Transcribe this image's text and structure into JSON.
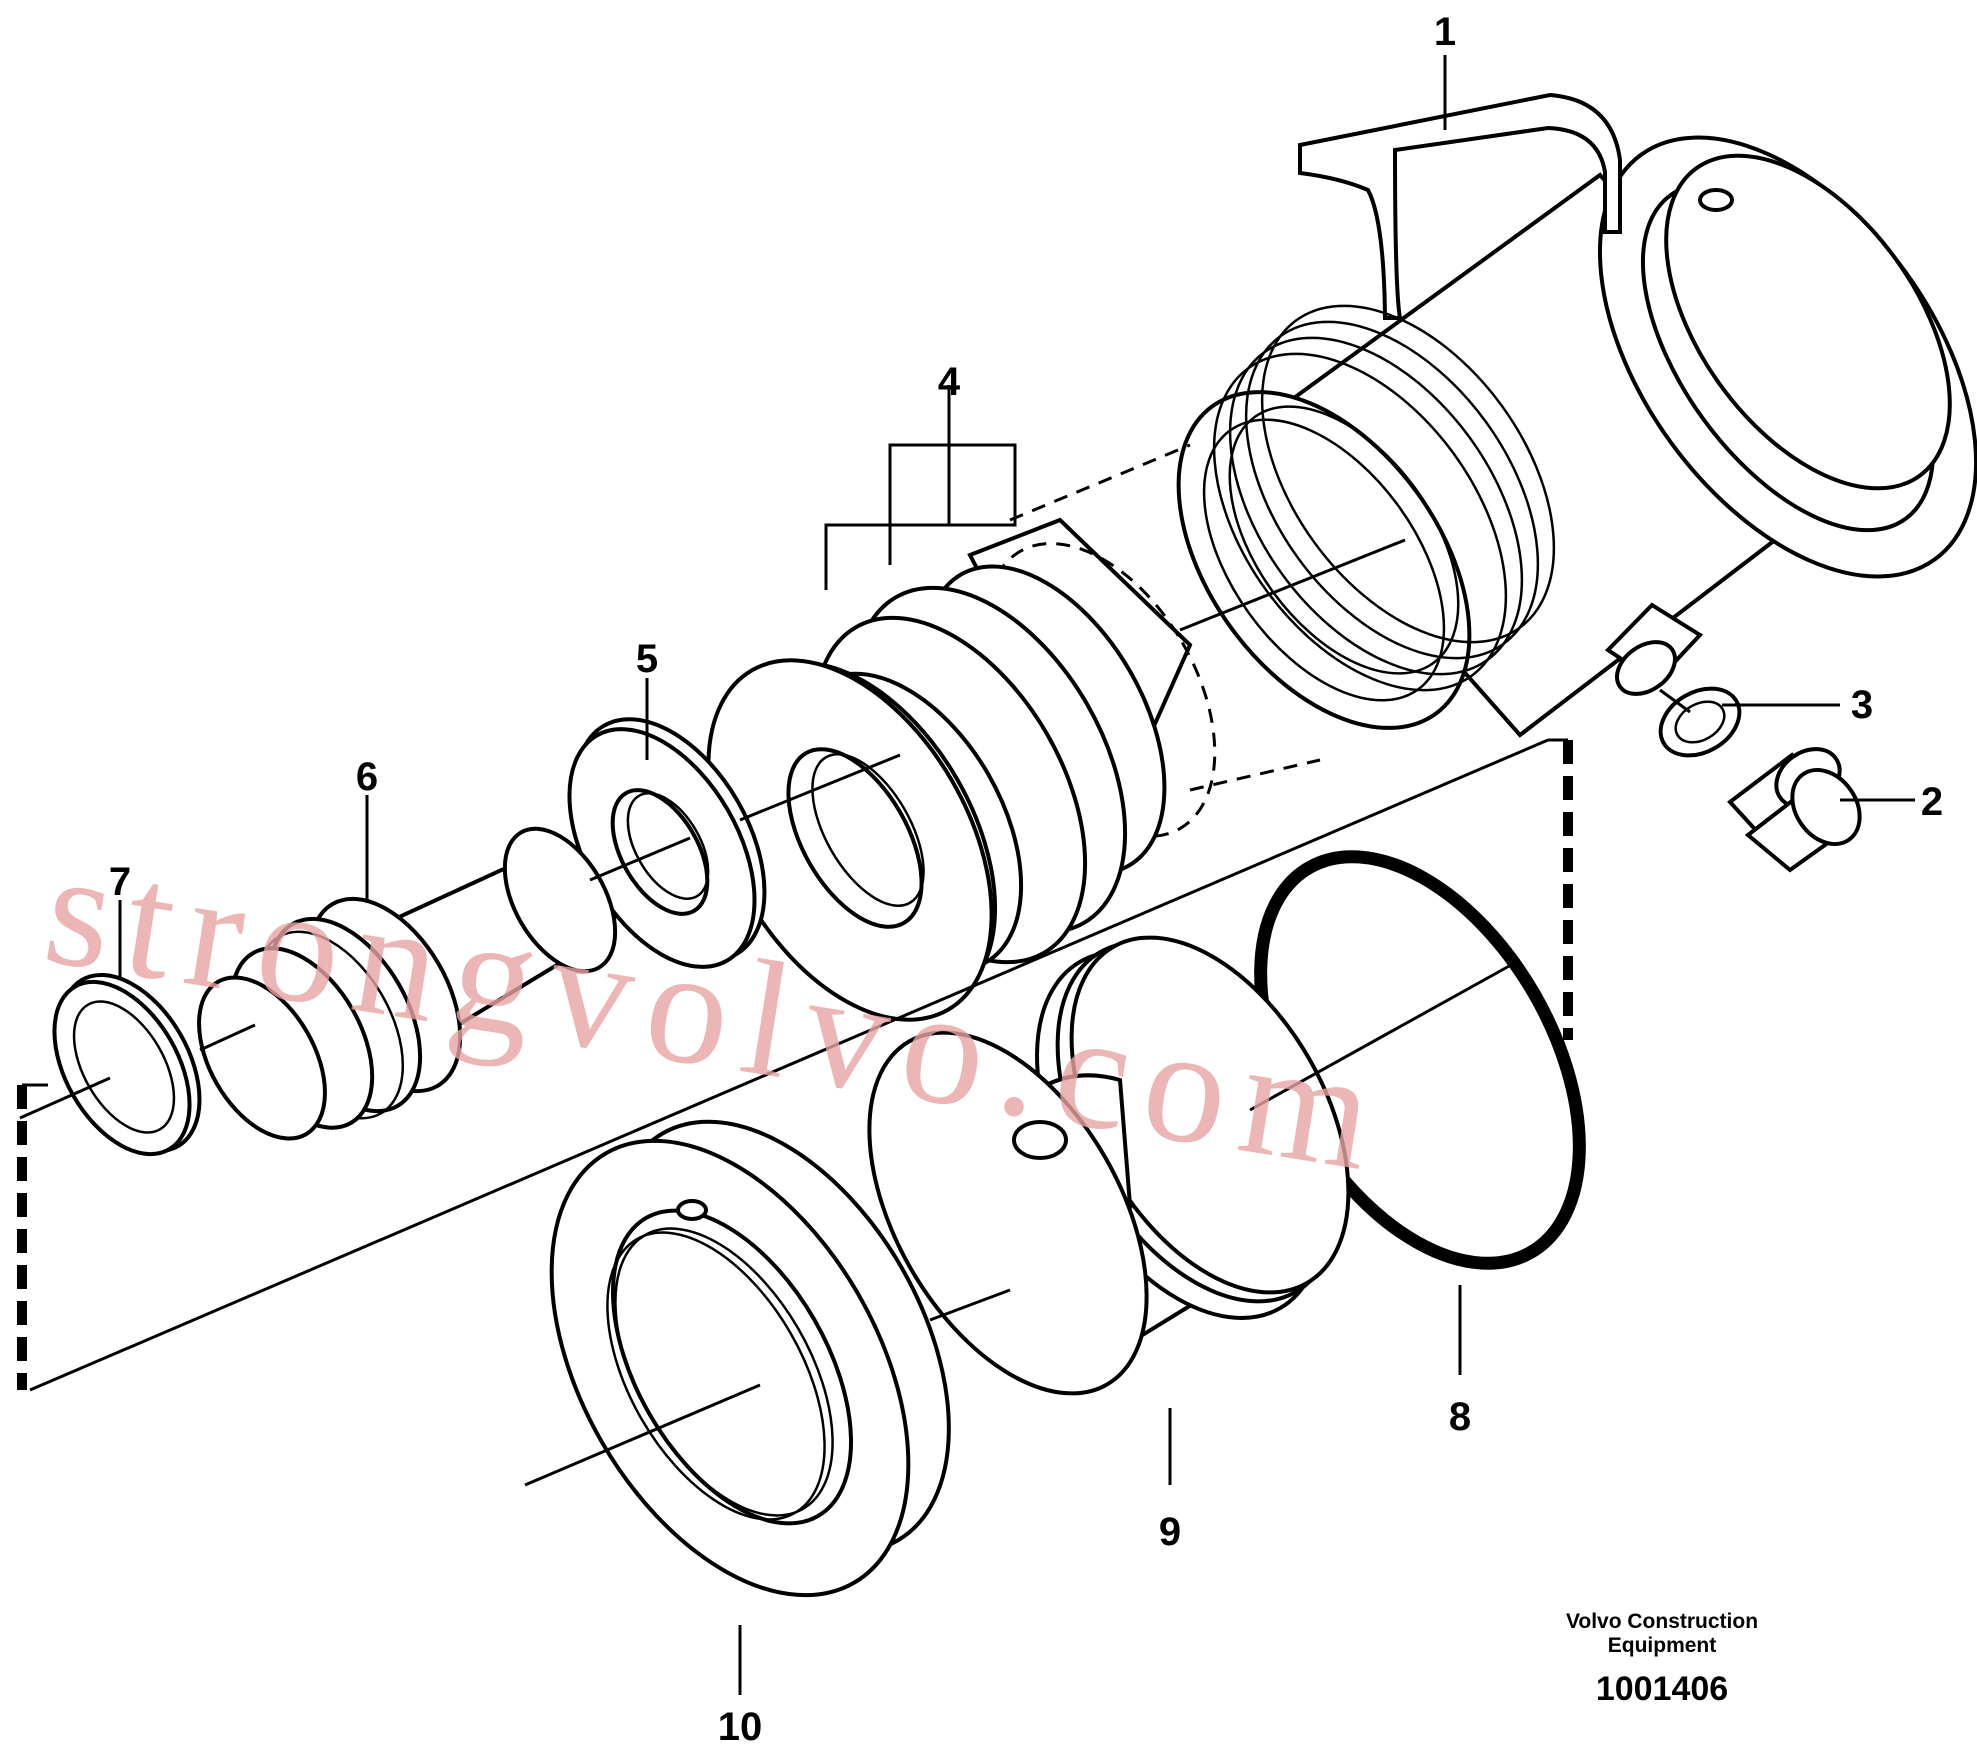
{
  "callouts": [
    {
      "id": "1",
      "label": "1"
    },
    {
      "id": "2",
      "label": "2"
    },
    {
      "id": "3",
      "label": "3"
    },
    {
      "id": "4",
      "label": "4"
    },
    {
      "id": "5",
      "label": "5"
    },
    {
      "id": "6",
      "label": "6"
    },
    {
      "id": "7",
      "label": "7"
    },
    {
      "id": "8",
      "label": "8"
    },
    {
      "id": "9",
      "label": "9"
    },
    {
      "id": "10",
      "label": "10"
    }
  ],
  "publisher": {
    "line1": "Volvo Construction",
    "line2": "Equipment"
  },
  "document_number": "1001406",
  "watermark": "strongvolvo.com"
}
